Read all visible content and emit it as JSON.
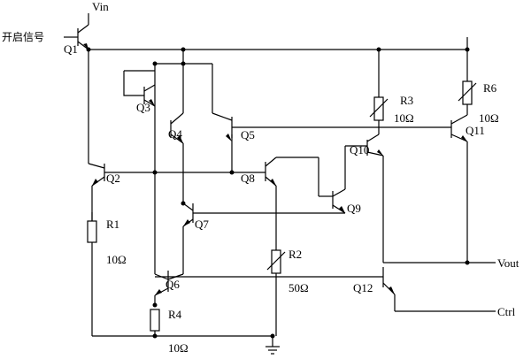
{
  "circuit": {
    "supply_label": "Vin",
    "enable_signal_label": "开启信号",
    "output_label": "Vout",
    "control_label": "Ctrl",
    "transistors": [
      "Q1",
      "Q2",
      "Q3",
      "Q4",
      "Q5",
      "Q6",
      "Q7",
      "Q8",
      "Q9",
      "Q10",
      "Q11",
      "Q12"
    ],
    "resistors": [
      {
        "name": "R1",
        "value": "10Ω"
      },
      {
        "name": "R2",
        "value": "50Ω"
      },
      {
        "name": "R3",
        "value": "10Ω"
      },
      {
        "name": "R4",
        "value": "10Ω"
      },
      {
        "name": "R6",
        "value": "10Ω"
      }
    ]
  }
}
